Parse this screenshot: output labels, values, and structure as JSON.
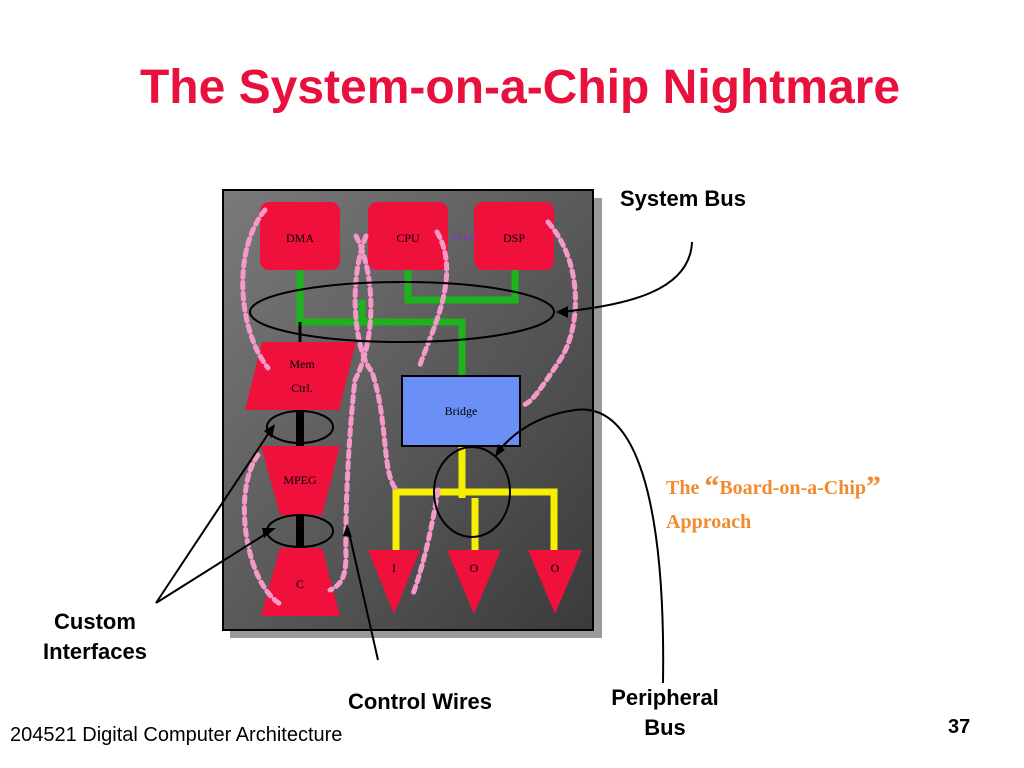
{
  "slide": {
    "title": "The System-on-a-Chip Nightmare",
    "footer": "204521 Digital Computer Architecture",
    "page_number": "37"
  },
  "diagram": {
    "blocks": {
      "dma": "DMA",
      "cpu": "CPU",
      "dsp": "DSP",
      "mem_line1": "Mem",
      "mem_line2": "Ctrl.",
      "bridge": "Bridge",
      "mpeg": "MPEG",
      "c": "C",
      "io_1": "I",
      "io_2": "O",
      "io_3": "O"
    },
    "colors": {
      "block_red": "#f0103c",
      "bridge_blue": "#6b8ff5",
      "system_bus_green": "#1db31d",
      "peripheral_bus_yellow": "#f5f000",
      "control_wire_pink": "#f59ac8",
      "chip_background": "#5c5c5c"
    }
  },
  "labels": {
    "system_bus": "System Bus",
    "custom_line1": "Custom",
    "custom_line2": "Interfaces",
    "control_wires": "Control Wires",
    "peripheral_line1": "Peripheral",
    "peripheral_line2": "Bus",
    "boc_the": "The ",
    "boc_open_quote": "“",
    "boc_name": "Board-on-a-Chip",
    "boc_close_quote": "”",
    "boc_approach": "Approach"
  }
}
